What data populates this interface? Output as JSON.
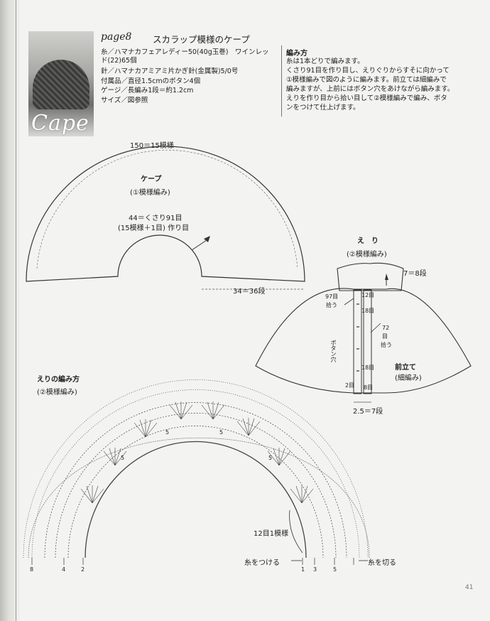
{
  "header": {
    "page_label": "page8",
    "title": "スカラップ模様のケープ",
    "photo_caption": "Cape"
  },
  "materials": {
    "yarn_1": "糸／ハマナカフェアレディー50(40g玉巻)　ワインレッ",
    "yarn_2": "ド(22)65個",
    "needle": "針／ハマナカアミアミ片かぎ針(金属製)5/0号",
    "notions": "付属品／直径1.5cmのボタン4個",
    "gauge": "ゲージ／長編み1段＝約1.2cm",
    "size": "サイズ／図参照"
  },
  "method": {
    "heading": "編み方",
    "lines": [
      "糸は1本どりで編みます。",
      "くさり91目を作り目し、えりぐりからすそに向かって",
      "①模様編みで図のように編みます。前立ては細編みで",
      "編みますが、上前にはボタン穴をあけながら編みます。",
      "えりを作り目から拾い目して②模様編みで編み、ボタ",
      "ンをつけて仕上げます。"
    ]
  },
  "cape_diagram": {
    "top_measure": "150＝15模様",
    "name": "ケープ",
    "pattern": "(①模様編み)",
    "inner_measure": "44＝くさり91目",
    "inner_note": "(15模様＋1目) 作り目",
    "side_measure": "34＝36段"
  },
  "collar_diagram": {
    "name": "え　り",
    "pattern": "(②模様編み)",
    "collar_rows": "7＝8段",
    "pickup_97": "97目",
    "pickup_97b": "拾う",
    "pickup_72": "72",
    "pickup_72b": "目",
    "pickup_72c": "拾う",
    "label_12": "12目",
    "label_18a": "18目",
    "label_18b": "18目",
    "label_2": "2目",
    "label_8": "8目",
    "buttonhole": "ボタン穴",
    "front_band": "前立て",
    "front_band_pattern": "(細編み)",
    "band_measure": "2.5＝7段"
  },
  "chart": {
    "heading": "えりの編み方",
    "pattern": "(②模様編み)",
    "repeat_note": "12目1模様",
    "join_yarn": "糸をつける",
    "cut_yarn": "糸を切る",
    "row_nums_left": [
      "8",
      "4",
      "2"
    ],
    "row_nums_right": [
      "1",
      "3",
      "5"
    ],
    "fan_label": "5"
  },
  "footer": {
    "page_number": "41"
  }
}
